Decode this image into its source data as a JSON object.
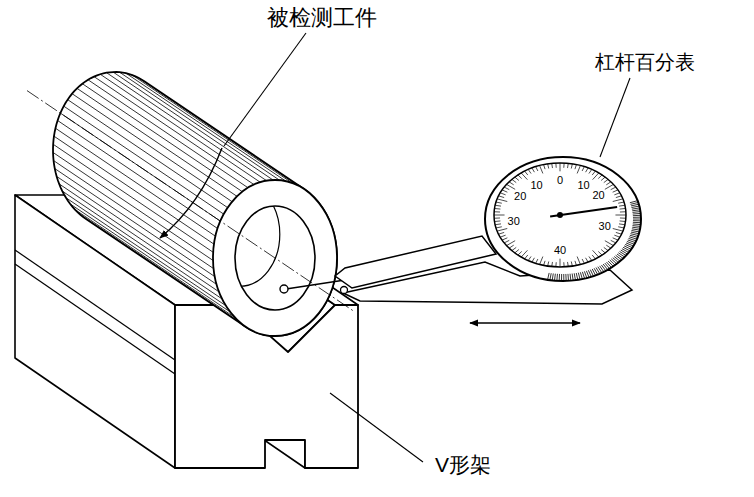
{
  "diagram": {
    "labels": [
      "被检测工件",
      "杠杆百分表",
      "V形架",
      "10",
      "0",
      "10",
      "20",
      "20",
      "30",
      "30",
      "40"
    ]
  }
}
